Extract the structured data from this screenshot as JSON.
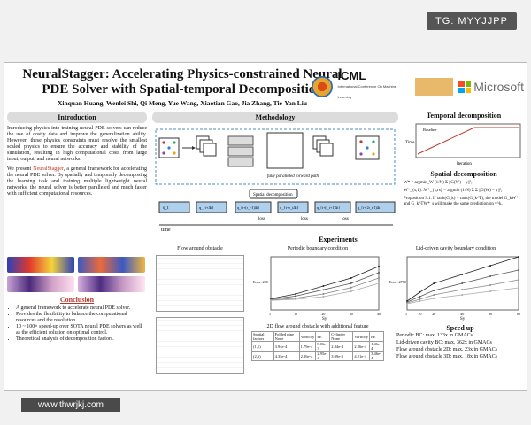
{
  "overlay": {
    "tg": "TG: MYYJJPP",
    "watermark": "www.thwrjkj.com"
  },
  "poster": {
    "title_line1": "NeuralStagger: Accelerating Physics-constrained Neural",
    "title_line2": "PDE Solver with Spatial-temporal Decomposition",
    "authors": "Xinquan Huang, Wenlei Shi, Qi Meng, Yue Wang, Xiaotian Gao, Jia Zhang, Tie-Yan Liu",
    "logos": {
      "icml": "ICML",
      "icml_sub": "International Conference On Machine Learning",
      "microsoft": "Microsoft",
      "neurips_color": "#e6a52c"
    },
    "intro": {
      "heading": "Introduction",
      "para1": "Introducing physics into training neural PDE solvers can reduce the use of costly data and improve the generalization ability. However, these physics constraints must resolve the smallest scaled physics to ensure the accuracy and stability of the simulation, resulting in high computational costs from large input, output, and neural networks.",
      "para2_pre": "We present ",
      "para2_name": "NeuralStagger",
      "para2_post": ", a general framework for accelerating the neural PDE solver. By spatially and temporally decomposing the learning task and training multiple lightweight neural networks, the neural solver is better paralleled and much faster with sufficient computational resources."
    },
    "conclusion": {
      "heading": "Conclusion",
      "items": [
        "A general framework to accelerate neural PDE solver.",
        "Provides the flexibility to balance the computational resources and the resolution.",
        "10 ~ 100× speed-up over SOTA neural PDE solvers as well as the efficient solution on optimal control.",
        "Theoretical analysis of decomposition factors."
      ]
    },
    "methodology": {
      "heading": "Methodology",
      "label_parallel": "fully paralleled forward path",
      "label_spatial": "Spatial decomposition",
      "label_time": "time",
      "label_loss": "loss",
      "nodes": [
        "q_t",
        "q_{t+Δt}",
        "q_{t+(r_t-1)Δt}",
        "q_{t+r_tΔt}",
        "q_{t+(r_t+1)Δt}",
        "q_{t+(2r_t-1)Δt}"
      ]
    },
    "temporal": {
      "heading": "Temporal decomposition",
      "legend": "Baseline",
      "xlabel": "Iteration",
      "ylabel": "Time"
    },
    "spatial": {
      "heading": "Spatial decomposition",
      "eq1": "W* = argmin_W (1/N) Σ ||G(W) − y||²,",
      "eq2": "W*_{s,1}..W*_{s,rs} = argmin (1/N) Σ Σ ||G(W) − y||²,",
      "prop": "Proposition 3.1. If rank(G_k) = rank(G_k^T), the model G_kW* and G_k^TW*_s will make the same prediction on y^k."
    },
    "experiments": {
      "heading": "Experiments",
      "flow_title": "Flow around obstacle",
      "periodic_title": "Periodic boundary condition",
      "lid_title": "Lid-driven cavity boundary condition",
      "table2_title": "2D flow around obstacle with additional feature",
      "table2_headers": [
        "Spatial factors",
        "Folded pipe None",
        "Vorticity",
        "PE",
        "Cylinder None",
        "Vorticity",
        "PE"
      ],
      "table2_rows": [
        [
          "(1,1)",
          "3.94e-4",
          "1.79e-4",
          "8.06e-3",
          "2.84e-4",
          "2.26e-4",
          "1.46e-4"
        ],
        [
          "(2,6)",
          "4.35e-4",
          "2.26e-4",
          "2.95e-4",
          "3.09e-3",
          "4.21e-4",
          "3.46e-4"
        ]
      ],
      "speedup_heading": "Speed up",
      "speedups": [
        "Periodic BC: max. 133x in GMACs",
        "Lid-driven cavity BC: max. 362x in GMACs",
        "Flow around obstacle 2D: max. 23x in GMACs",
        "Flow around obstacle 3D: max. 18x in GMACs"
      ],
      "axis_sy": "Sy",
      "axis_error_periodic": "Error×200",
      "axis_error_lid": "Error×2700"
    }
  },
  "chart_data": [
    {
      "type": "line",
      "title": "Periodic boundary condition",
      "xlabel": "Sy",
      "ylabel": "Error×200",
      "x": [
        1,
        10,
        20,
        30,
        40
      ],
      "series": [
        {
          "values": [
            0.00021,
            0.0003,
            0.00045,
            0.0006,
            0.00082
          ]
        },
        {
          "values": [
            0.0002,
            0.00026,
            0.00038,
            0.0005,
            0.0007
          ]
        },
        {
          "values": [
            0.00019,
            0.00022,
            0.0003,
            0.00042,
            0.0006
          ]
        },
        {
          "values": [
            0.00018,
            0.0002,
            0.00025,
            0.00035,
            0.0005
          ]
        }
      ],
      "ylim": [
        0,
        0.001
      ]
    },
    {
      "type": "line",
      "title": "Lid-driven cavity boundary condition",
      "xlabel": "Sy",
      "ylabel": "Error×2700",
      "x": [
        1,
        10,
        20,
        40,
        60,
        80
      ],
      "series": [
        {
          "values": [
            0.01,
            0.02,
            0.03,
            0.04,
            0.05,
            0.06
          ]
        },
        {
          "values": [
            0.009,
            0.015,
            0.022,
            0.03,
            0.038,
            0.045
          ]
        },
        {
          "values": [
            0.008,
            0.012,
            0.017,
            0.023,
            0.028,
            0.034
          ]
        },
        {
          "values": [
            0.007,
            0.01,
            0.013,
            0.017,
            0.021,
            0.025
          ]
        }
      ],
      "ylim": [
        0,
        0.06
      ]
    }
  ]
}
